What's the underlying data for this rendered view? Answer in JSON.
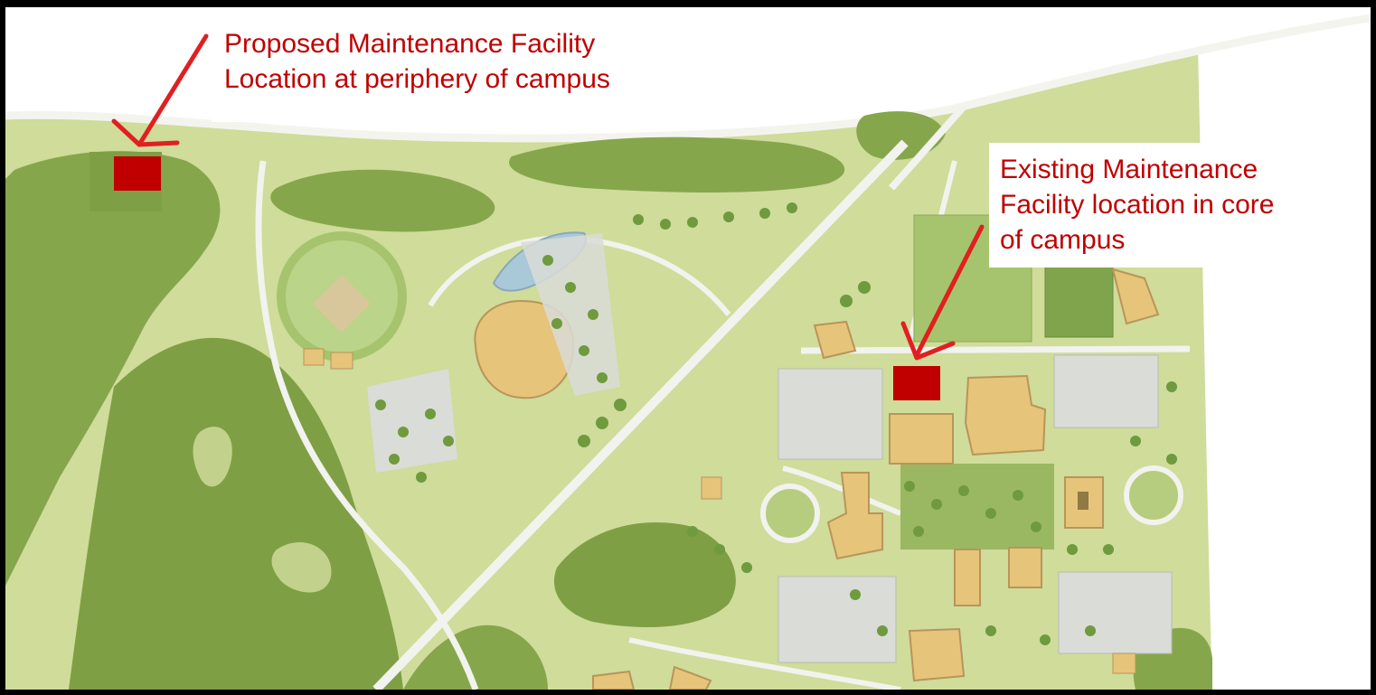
{
  "callouts": {
    "proposed": {
      "line1": "Proposed Maintenance Facility",
      "line2": "Location at periphery of campus"
    },
    "existing": {
      "line1": "Existing Maintenance",
      "line2": "Facility location in core",
      "line3": "of campus"
    }
  },
  "colors": {
    "callout_text": "#c00000",
    "marker": "#c00000",
    "arrow": "#e02020",
    "lawn": "#cfdc9a",
    "woods": "#7f9f45",
    "building": "#e6c47a",
    "parking": "#d9dcd7",
    "road": "#f2f2ee",
    "pond": "#a9c8d8"
  }
}
